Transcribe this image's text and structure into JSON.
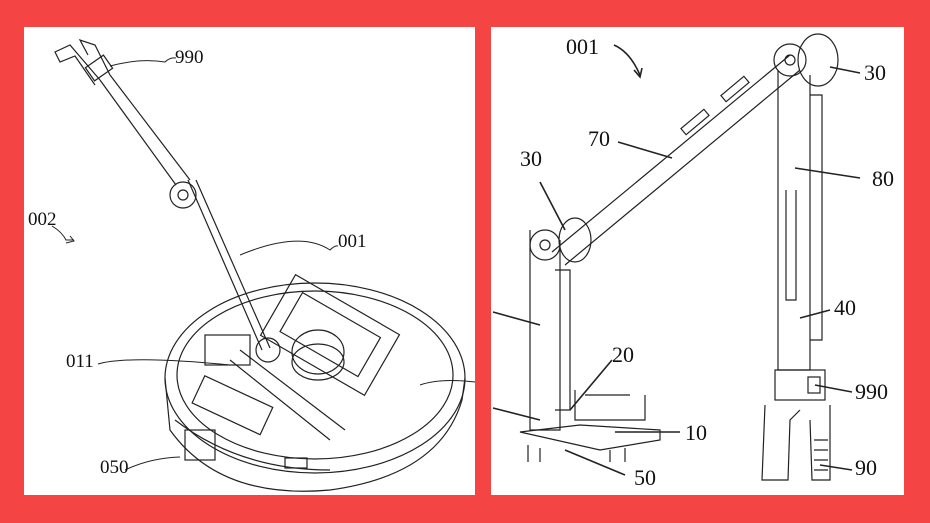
{
  "background_color": "#f44444",
  "left_figure": {
    "labels": {
      "gripper": "990",
      "robot": "002",
      "arm": "001",
      "base_mount": "011",
      "body": "050"
    }
  },
  "right_figure": {
    "labels": {
      "arm": "001",
      "joint_top": "30",
      "upper_link": "70",
      "joint_lower": "30",
      "forearm": "80",
      "wrist": "40",
      "shoulder": "20",
      "gripper": "990",
      "base": "10",
      "mount": "50",
      "fingers": "90"
    }
  }
}
